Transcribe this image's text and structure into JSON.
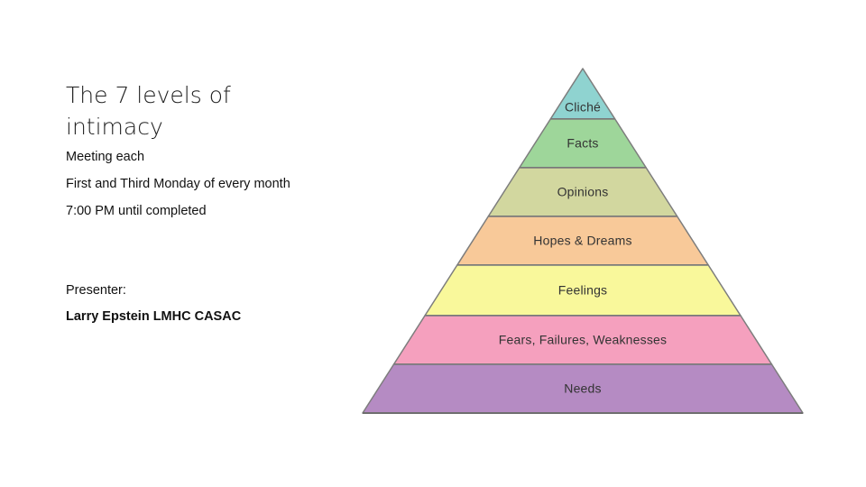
{
  "slide": {
    "title_line1": "The 7 levels of",
    "title_line2": "intimacy",
    "meeting_line": "Meeting each",
    "schedule_line": "First and Third Monday of every month",
    "time_line": "7:00 PM until completed",
    "presenter_label": "Presenter:",
    "presenter_name": "Larry Epstein  LMHC CASAC"
  },
  "pyramid": {
    "levels": [
      {
        "label": "Cliché",
        "color": "#8fd3d0"
      },
      {
        "label": "Facts",
        "color": "#9ed69a"
      },
      {
        "label": "Opinions",
        "color": "#d2d79f"
      },
      {
        "label": "Hopes & Dreams",
        "color": "#f8c999"
      },
      {
        "label": "Feelings",
        "color": "#f9f89b"
      },
      {
        "label": "Fears, Failures, Weaknesses",
        "color": "#f5a0be"
      },
      {
        "label": "Needs",
        "color": "#b58bc3"
      }
    ]
  }
}
